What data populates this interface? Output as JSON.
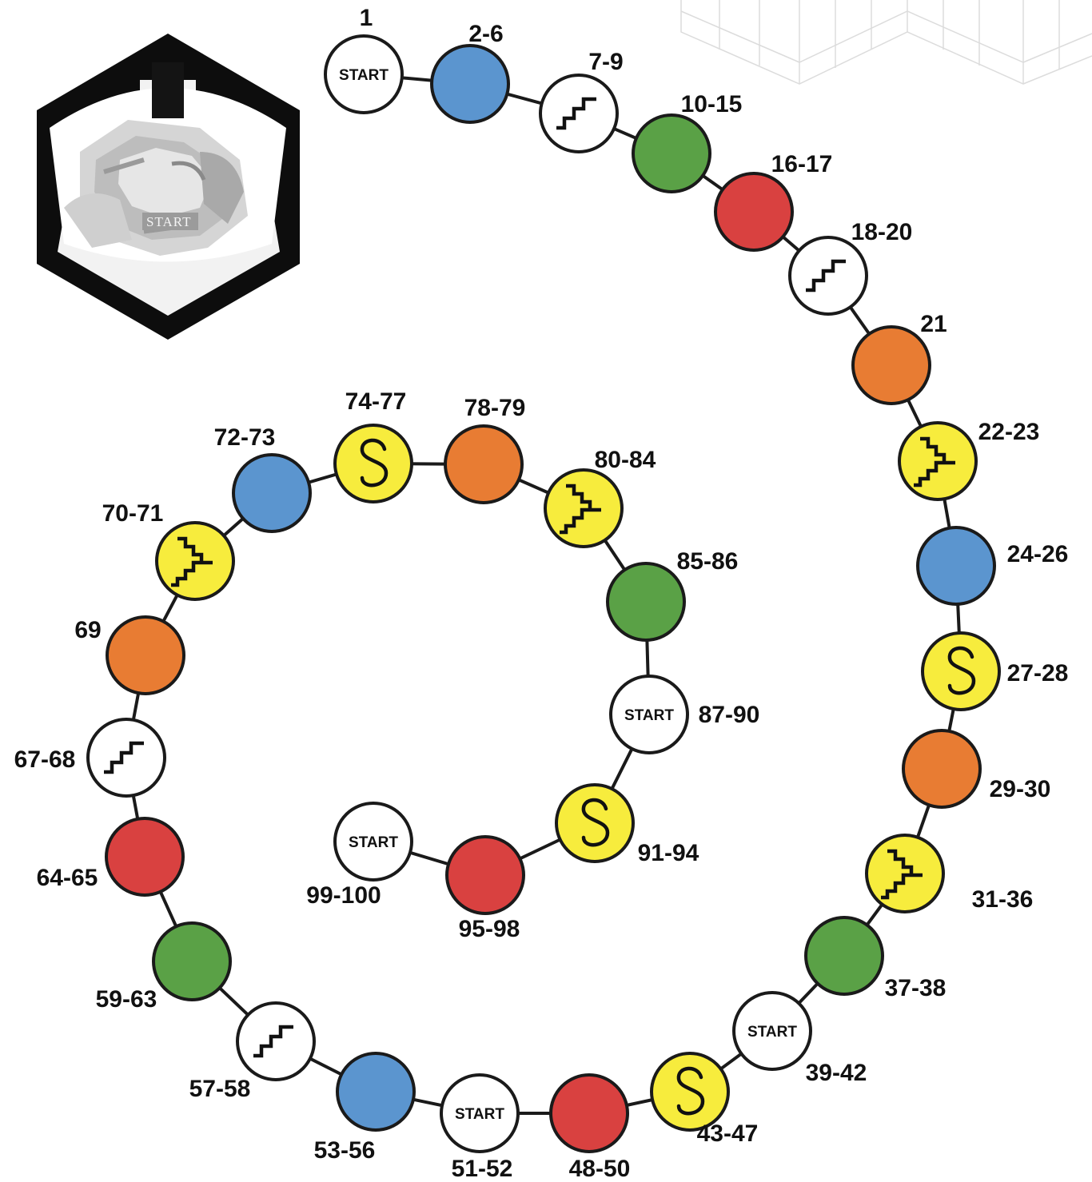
{
  "colors": {
    "white": "#ffffff",
    "blue": "#5b95cf",
    "green": "#5aa146",
    "red": "#d94140",
    "orange": "#e87c33",
    "yellow": "#f7ec3d",
    "outline": "#1a1a1a"
  },
  "cube": {
    "start_text": "START"
  },
  "nodes": [
    {
      "label": "1",
      "color": "white",
      "icon": "start-text",
      "text": "START"
    },
    {
      "label": "2-6",
      "color": "blue",
      "icon": "none"
    },
    {
      "label": "7-9",
      "color": "white",
      "icon": "stairs-icon"
    },
    {
      "label": "10-15",
      "color": "green",
      "icon": "none"
    },
    {
      "label": "16-17",
      "color": "red",
      "icon": "none"
    },
    {
      "label": "18-20",
      "color": "white",
      "icon": "stairs-icon"
    },
    {
      "label": "21",
      "color": "orange",
      "icon": "none"
    },
    {
      "label": "22-23",
      "color": "yellow",
      "icon": "double-stairs-icon"
    },
    {
      "label": "24-26",
      "color": "blue",
      "icon": "none"
    },
    {
      "label": "27-28",
      "color": "yellow",
      "icon": "s-curve-icon"
    },
    {
      "label": "29-30",
      "color": "orange",
      "icon": "none"
    },
    {
      "label": "31-36",
      "color": "yellow",
      "icon": "double-stairs-icon"
    },
    {
      "label": "37-38",
      "color": "green",
      "icon": "none"
    },
    {
      "label": "39-42",
      "color": "white",
      "icon": "start-text",
      "text": "START"
    },
    {
      "label": "43-47",
      "color": "yellow",
      "icon": "s-curve-icon"
    },
    {
      "label": "48-50",
      "color": "red",
      "icon": "none"
    },
    {
      "label": "51-52",
      "color": "white",
      "icon": "start-text",
      "text": "START"
    },
    {
      "label": "53-56",
      "color": "blue",
      "icon": "none"
    },
    {
      "label": "57-58",
      "color": "white",
      "icon": "stairs-icon"
    },
    {
      "label": "59-63",
      "color": "green",
      "icon": "none"
    },
    {
      "label": "64-65",
      "color": "red",
      "icon": "none"
    },
    {
      "label": "67-68",
      "color": "white",
      "icon": "stairs-icon"
    },
    {
      "label": "69",
      "color": "orange",
      "icon": "none"
    },
    {
      "label": "70-71",
      "color": "yellow",
      "icon": "double-stairs-icon"
    },
    {
      "label": "72-73",
      "color": "blue",
      "icon": "none"
    },
    {
      "label": "74-77",
      "color": "yellow",
      "icon": "s-curve-icon"
    },
    {
      "label": "78-79",
      "color": "orange",
      "icon": "none"
    },
    {
      "label": "80-84",
      "color": "yellow",
      "icon": "double-stairs-icon"
    },
    {
      "label": "85-86",
      "color": "green",
      "icon": "none"
    },
    {
      "label": "87-90",
      "color": "white",
      "icon": "start-text",
      "text": "START"
    },
    {
      "label": "91-94",
      "color": "yellow",
      "icon": "s-curve-icon"
    },
    {
      "label": "95-98",
      "color": "red",
      "icon": "none"
    },
    {
      "label": "99-100",
      "color": "white",
      "icon": "start-text",
      "text": "START"
    }
  ]
}
